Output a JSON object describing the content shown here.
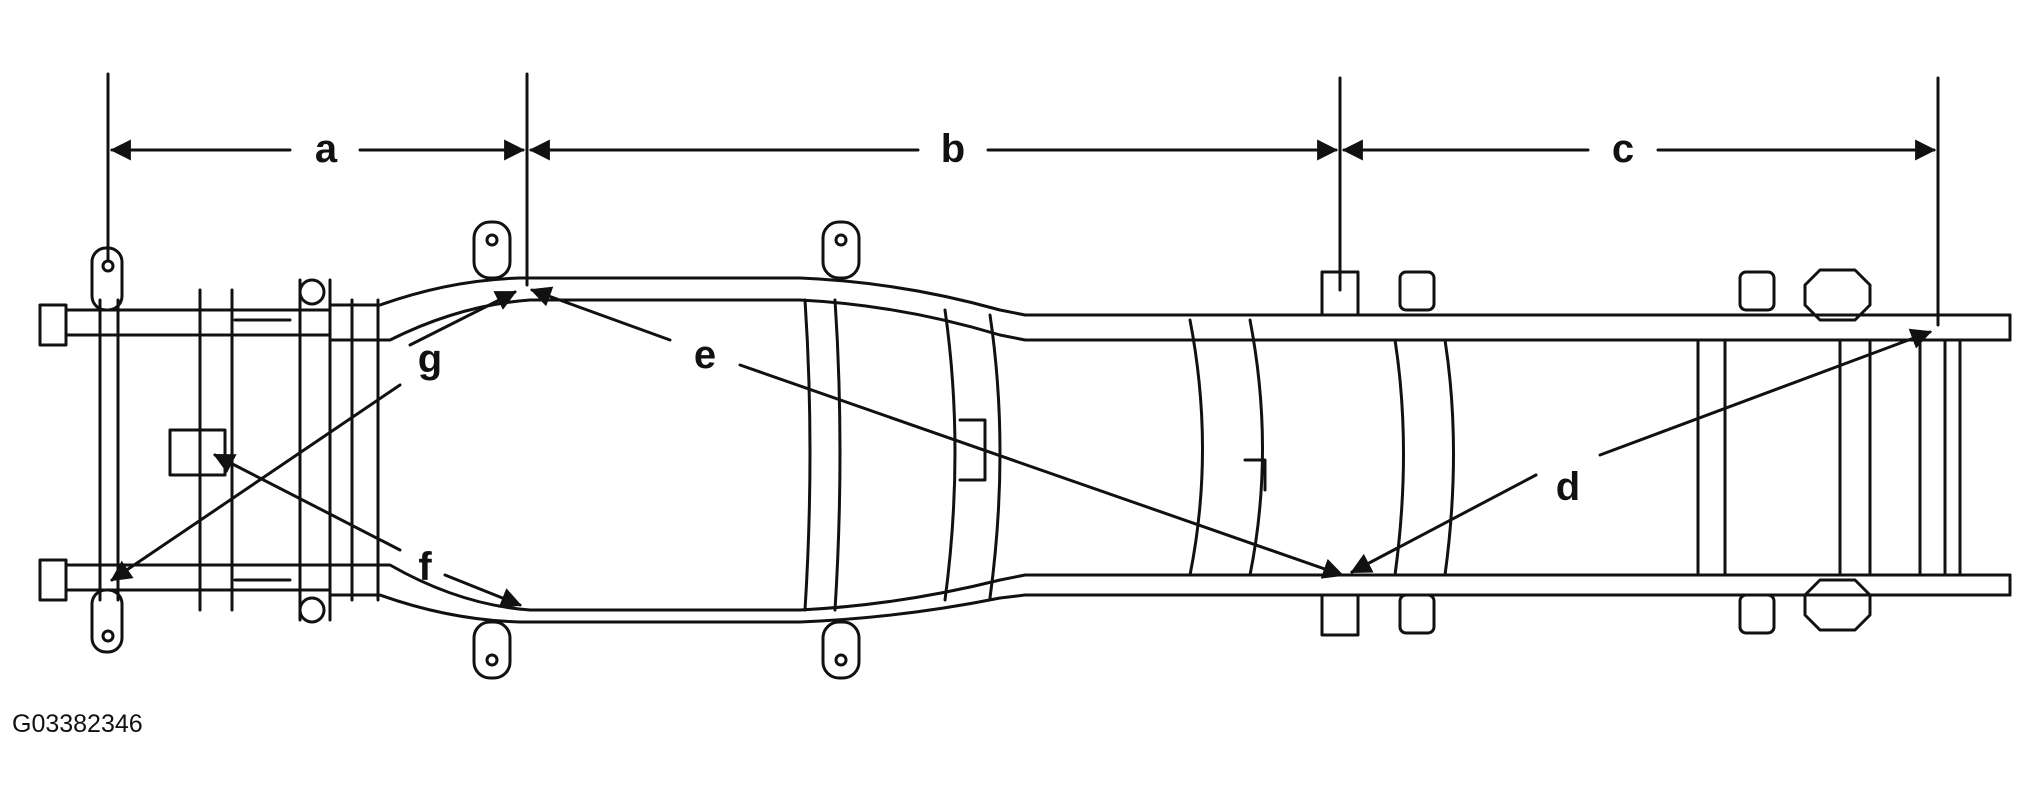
{
  "figure_id": "G03382346",
  "dimension_labels": {
    "a": "a",
    "b": "b",
    "c": "c",
    "d": "d",
    "e": "e",
    "f": "f",
    "g": "g"
  },
  "colors": {
    "ink": "#111111",
    "background": "#ffffff"
  }
}
